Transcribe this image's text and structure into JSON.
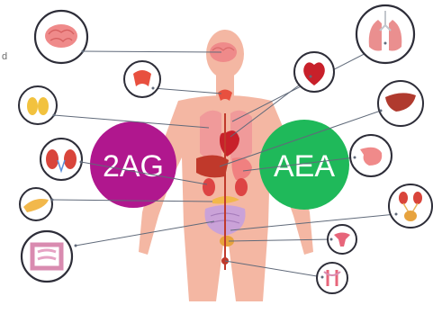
{
  "diagram": {
    "left_circle": {
      "label": "2AG",
      "color": "#b0178e"
    },
    "right_circle": {
      "label": "AEA",
      "color": "#1fb95a"
    },
    "edge_fragment": "d",
    "body_color": "#f4b7a3",
    "organ_ring_color": "#2d2d38",
    "connector_color": "#606a7a"
  }
}
